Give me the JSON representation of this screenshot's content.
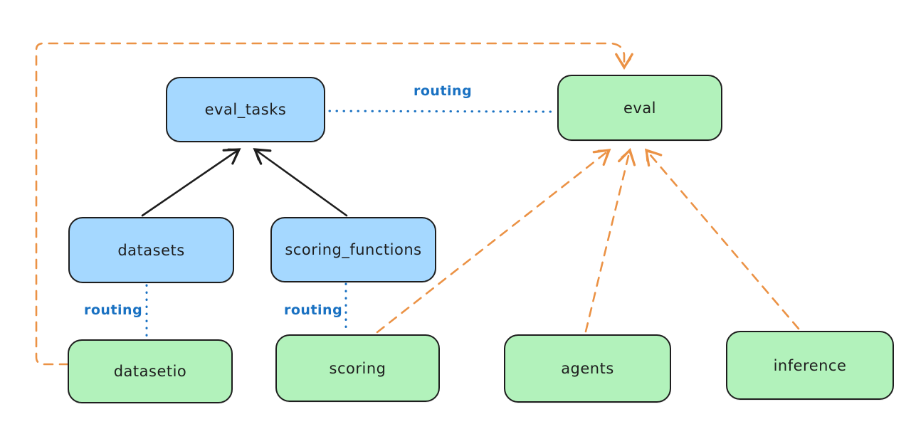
{
  "diagram": {
    "title": "",
    "colors": {
      "background": "#ffffff",
      "blue_node_fill": "#a5d8ff",
      "green_node_fill": "#b2f2bb",
      "node_stroke": "#1e1e1e",
      "routing_line_blue": "#1971c2",
      "provider_arrow_orange": "#eb9245",
      "dependency_arrow_black": "#1e1e1e"
    },
    "nodes": [
      {
        "id": "eval_tasks",
        "label": "eval_tasks",
        "color": "blue"
      },
      {
        "id": "eval",
        "label": "eval",
        "color": "green"
      },
      {
        "id": "datasets",
        "label": "datasets",
        "color": "blue"
      },
      {
        "id": "scoring_functions",
        "label": "scoring_functions",
        "color": "blue"
      },
      {
        "id": "datasetio",
        "label": "datasetio",
        "color": "green"
      },
      {
        "id": "scoring",
        "label": "scoring",
        "color": "green"
      },
      {
        "id": "agents",
        "label": "agents",
        "color": "green"
      },
      {
        "id": "inference",
        "label": "inference",
        "color": "green"
      }
    ],
    "edge_labels": [
      {
        "id": "routing-eval-tasks-eval",
        "text": "routing"
      },
      {
        "id": "routing-datasets-datasetio",
        "text": "routing"
      },
      {
        "id": "routing-scoring-functions-scoring",
        "text": "routing"
      }
    ],
    "edges": [
      {
        "from": "datasets",
        "to": "eval_tasks",
        "style": "solid-black-arrow"
      },
      {
        "from": "scoring_functions",
        "to": "eval_tasks",
        "style": "solid-black-arrow"
      },
      {
        "from": "eval_tasks",
        "to": "eval",
        "style": "dotted-blue",
        "label": "routing"
      },
      {
        "from": "datasets",
        "to": "datasetio",
        "style": "dotted-blue",
        "label": "routing"
      },
      {
        "from": "scoring_functions",
        "to": "scoring",
        "style": "dotted-blue",
        "label": "routing"
      },
      {
        "from": "datasetio",
        "to": "eval",
        "style": "dashed-orange-arrow"
      },
      {
        "from": "scoring",
        "to": "eval",
        "style": "dashed-orange-arrow"
      },
      {
        "from": "agents",
        "to": "eval",
        "style": "dashed-orange-arrow"
      },
      {
        "from": "inference",
        "to": "eval",
        "style": "dashed-orange-arrow"
      }
    ]
  }
}
